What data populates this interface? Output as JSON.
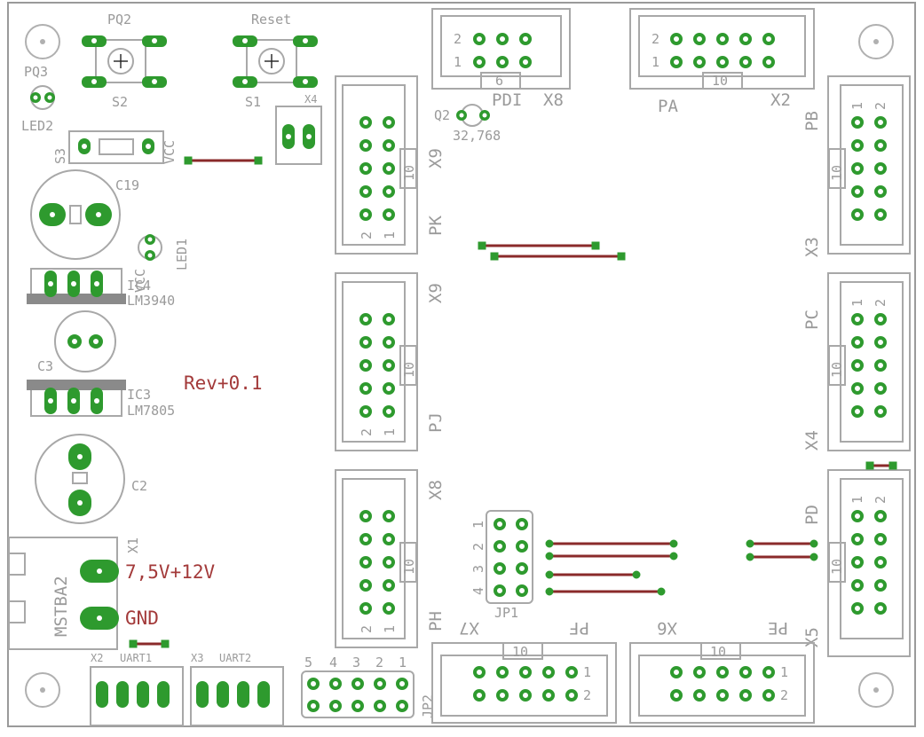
{
  "board": {
    "rev_label": "Rev+0.1",
    "supply_label": "7,5V+12V",
    "gnd_label": "GND"
  },
  "components": {
    "pq2": "PQ2",
    "pq3": "PQ3",
    "reset": "Reset",
    "s2": "S2",
    "s1": "S1",
    "x4": "X4",
    "led2": "LED2",
    "s3": "S3",
    "vcc_s3": "VCC",
    "c19": "C19",
    "led1": "LED1",
    "vcc_led": "VCC",
    "ic4": "IC4",
    "lm3940": "LM3940",
    "c3": "C3",
    "ic3": "IC3",
    "lm7805": "LM7805",
    "c2": "C2",
    "x1": "X1",
    "mstba2": "MSTBA2",
    "q2": "Q2",
    "crystal": "32,768",
    "jp1": "JP1",
    "jp2": "JP2",
    "x2_uart": "X2",
    "uart1": "UART1",
    "x3_uart": "X3",
    "uart2": "UART2"
  },
  "headers": {
    "x8_pdi": {
      "ref": "X8",
      "port": "PDI",
      "pins": "6"
    },
    "x2_pa": {
      "ref": "X2",
      "port": "PA",
      "pins": "10"
    },
    "x9_pk": {
      "ref": "X9",
      "port": "PK",
      "pins": "10"
    },
    "x9_pj": {
      "ref": "X9",
      "port": "PJ",
      "pins": "10"
    },
    "x8_ph": {
      "ref": "X8",
      "port": "PH",
      "pins": "10"
    },
    "x3_pb": {
      "ref": "X3",
      "port": "PB",
      "pins": "10"
    },
    "x4_pc": {
      "ref": "X4",
      "port": "PC",
      "pins": "10"
    },
    "x5_pd": {
      "ref": "X5",
      "port": "PD",
      "pins": "10"
    },
    "x7_pf": {
      "ref": "X7",
      "port": "PF",
      "pins": "10"
    },
    "x6_pe": {
      "ref": "X6",
      "port": "PE",
      "pins": "10"
    }
  },
  "pin_numbers": {
    "one": "1",
    "two": "2",
    "three": "3",
    "four": "4",
    "five": "5"
  }
}
